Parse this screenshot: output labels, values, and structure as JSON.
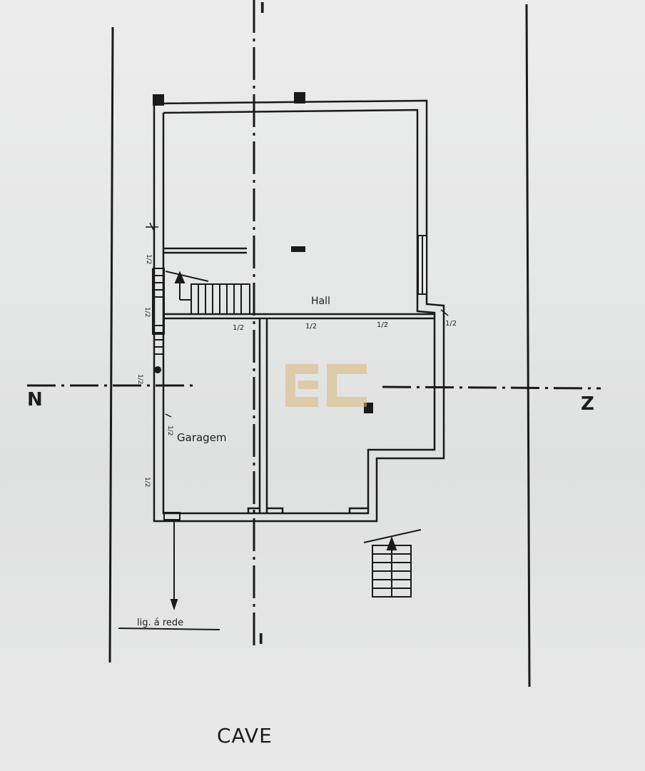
{
  "plan": {
    "title": "CAVE",
    "rooms": {
      "hall": "Hall",
      "garagem": "Garagem"
    },
    "orientation": {
      "left": "N",
      "right": "Z"
    },
    "section_marks": {
      "top": "I",
      "bottom": "I"
    },
    "note": "lig. á rede",
    "wall_marks": [
      "1/2",
      "1/2",
      "1/2",
      "1/2",
      "1/2",
      "1/2",
      "1/2",
      "1/2",
      "1/2"
    ],
    "watermark": "EC",
    "colors": {
      "ink": "#1a1a1a",
      "paper": "#e9eaea",
      "watermark": "#d9b77a"
    }
  }
}
